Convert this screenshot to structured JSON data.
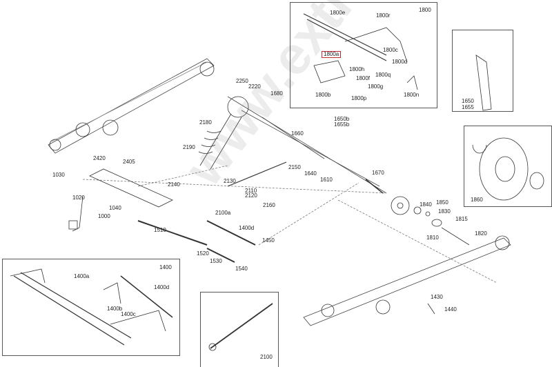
{
  "watermark": "www.extremelife.ru",
  "insets": {
    "i1800": {
      "title": "1800",
      "parts": [
        "1800e",
        "1800r",
        "1800c",
        "1800a",
        "1800d",
        "1800h",
        "1800q",
        "1800f",
        "1800g",
        "1800b",
        "1800p",
        "1800n"
      ]
    },
    "i1650": {
      "parts": [
        "1650",
        "1655"
      ]
    },
    "i1860": {
      "title": "1860"
    },
    "i1400": {
      "title": "1400",
      "parts": [
        "1400a",
        "1400d",
        "1400b",
        "1400c"
      ]
    },
    "i2100": {
      "title": "2100"
    }
  },
  "highlighted_part": "1800a",
  "parts": [
    "2250",
    "2220",
    "1680",
    "2180",
    "1660",
    "1650b",
    "1655b",
    "2190",
    "2420",
    "2405",
    "1030",
    "2150",
    "1640",
    "1610",
    "1670",
    "2140",
    "2130",
    "2110",
    "2120",
    "2160",
    "1020",
    "1040",
    "1000",
    "2100a",
    "1510",
    "1400d",
    "1840",
    "1850",
    "1830",
    "1815",
    "1810",
    "1820",
    "1450",
    "1520",
    "1530",
    "1540",
    "1430",
    "1440"
  ]
}
